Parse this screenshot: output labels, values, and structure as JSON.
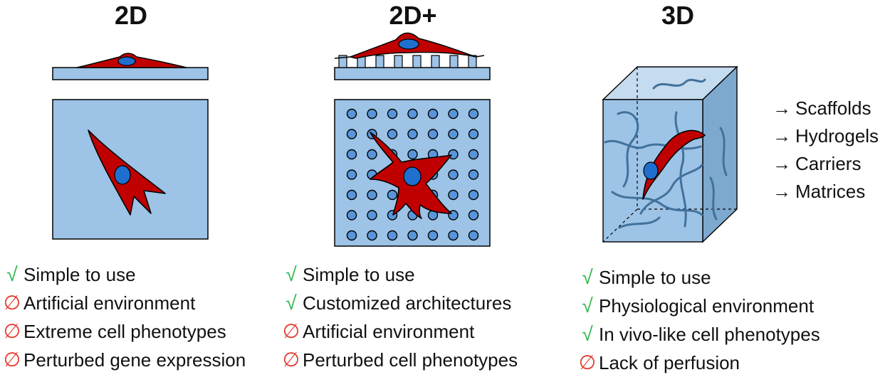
{
  "colors": {
    "substrate": "#9dc3e6",
    "cell": "#c00000",
    "nucleus": "#1f6fcf",
    "pro": "#2db84b",
    "con": "#e53a2e",
    "fiber": "#41719c",
    "cube_side": "#7ea9cf",
    "cube_top": "#c5dbef"
  },
  "icons": {
    "pro": "checkmark-icon",
    "con": "empty-set-icon",
    "arrow": "right-arrow-icon"
  },
  "panels": [
    {
      "title": "2D",
      "items": [
        {
          "type": "pro",
          "mark": "√",
          "text": "Simple to use"
        },
        {
          "type": "con",
          "mark": "∅",
          "text": "Artificial environment"
        },
        {
          "type": "con",
          "mark": "∅",
          "text": "Extreme cell phenotypes"
        },
        {
          "type": "con",
          "mark": "∅",
          "text": "Perturbed gene expression"
        }
      ]
    },
    {
      "title": "2D+",
      "items": [
        {
          "type": "pro",
          "mark": "√",
          "text": "Simple to use"
        },
        {
          "type": "pro",
          "mark": "√",
          "text": "Customized architectures"
        },
        {
          "type": "con",
          "mark": "∅",
          "text": "Artificial environment"
        },
        {
          "type": "con",
          "mark": "∅",
          "text": "Perturbed cell phenotypes"
        }
      ]
    },
    {
      "title": "3D",
      "items": [
        {
          "type": "pro",
          "mark": "√",
          "text": "Simple to use"
        },
        {
          "type": "pro",
          "mark": "√",
          "text": "Physiological environment"
        },
        {
          "type": "pro",
          "mark": "√",
          "text": "In vivo-like cell phenotypes"
        },
        {
          "type": "con",
          "mark": "∅",
          "text": "Lack of perfusion"
        }
      ]
    }
  ],
  "applications": {
    "arrow": "→",
    "items": [
      "Scaffolds",
      "Hydrogels",
      "Carriers",
      "Matrices"
    ]
  }
}
